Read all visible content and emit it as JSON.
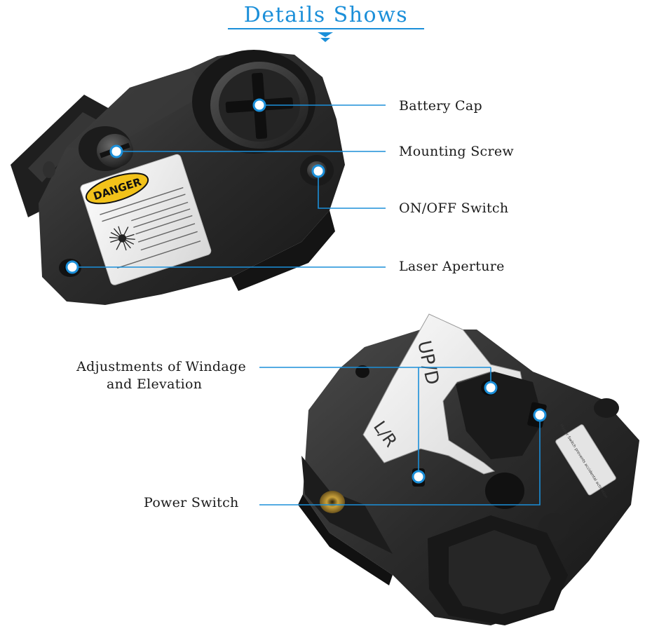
{
  "header": {
    "title": "Details Shows"
  },
  "device_top": {
    "danger_badge": "DANGER"
  },
  "device_bottom": {
    "up_down_mark": "UP/D",
    "left_right_mark": "L/R",
    "switch_plate_text": "Master Switch prevents accidental activation"
  },
  "callouts": [
    {
      "id": "battery-cap",
      "label": "Battery Cap"
    },
    {
      "id": "mounting-screw",
      "label": "Mounting Screw"
    },
    {
      "id": "on-off-switch",
      "label": "ON/OFF Switch"
    },
    {
      "id": "laser-aperture",
      "label": "Laser Aperture"
    },
    {
      "id": "windage-elevation",
      "label_line1": "Adjustments of Windage",
      "label_line2": "and Elevation"
    },
    {
      "id": "power-switch",
      "label": "Power Switch"
    }
  ],
  "colors": {
    "accent": "#1b8fd9",
    "device_body": "#2b2b2b",
    "danger_yellow": "#f2c21a"
  }
}
